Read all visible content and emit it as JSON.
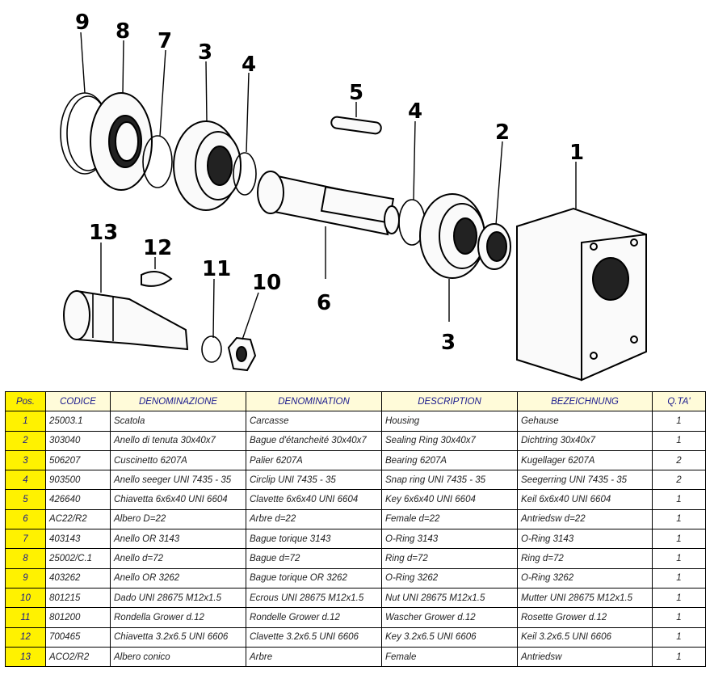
{
  "callouts": [
    "9",
    "8",
    "7",
    "3",
    "4",
    "5",
    "4",
    "2",
    "1",
    "13",
    "12",
    "11",
    "10",
    "6",
    "3"
  ],
  "table": {
    "headers": [
      "Pos.",
      "CODICE",
      "DENOMINAZIONE",
      "DENOMINATION",
      "DESCRIPTION",
      "BEZEICHNUNG",
      "Q.TA'"
    ],
    "rows": [
      [
        "1",
        "25003.1",
        "Scatola",
        "Carcasse",
        "Housing",
        "Gehause",
        "1"
      ],
      [
        "2",
        "303040",
        "Anello di tenuta 30x40x7",
        "Bague d'étancheité 30x40x7",
        "Sealing Ring 30x40x7",
        "Dichtring 30x40x7",
        "1"
      ],
      [
        "3",
        "506207",
        "Cuscinetto        6207A",
        "Palier        6207A",
        "Bearing        6207A",
        "Kugellager        6207A",
        "2"
      ],
      [
        "4",
        "903500",
        "Anello seeger UNI 7435 - 35",
        "Circlip  UNI 7435 - 35",
        "Snap ring UNI 7435 - 35",
        "Seegerring UNI 7435 - 35",
        "2"
      ],
      [
        "5",
        "426640",
        "Chiavetta 6x6x40 UNI 6604",
        "Clavette 6x6x40 UNI 6604",
        "Key 6x6x40 UNI 6604",
        "Keil 6x6x40 UNI 6604",
        "1"
      ],
      [
        "6",
        "AC22/R2",
        "Albero D=22",
        "Arbre d=22",
        "Female d=22",
        "Antriedsw d=22",
        "1"
      ],
      [
        "7",
        "403143",
        "Anello OR 3143",
        "Bague torique 3143",
        "O-Ring 3143",
        "O-Ring 3143",
        "1"
      ],
      [
        "8",
        "25002/C.1",
        "Anello d=72",
        "Bague d=72",
        "Ring d=72",
        "Ring d=72",
        "1"
      ],
      [
        "9",
        "403262",
        "Anello OR 3262",
        "Bague torique OR 3262",
        "O-Ring 3262",
        "O-Ring 3262",
        "1"
      ],
      [
        "10",
        "801215",
        "Dado UNI 28675 M12x1.5",
        "Ecrous UNI 28675 M12x1.5",
        "Nut UNI 28675 M12x1.5",
        "Mutter UNI  28675 M12x1.5",
        "1"
      ],
      [
        "11",
        "801200",
        "Rondella Grower d.12",
        "Rondelle Grower d.12",
        "Wascher Grower d.12",
        "Rosette Grower d.12",
        "1"
      ],
      [
        "12",
        "700465",
        "Chiavetta 3.2x6.5 UNI 6606",
        "Clavette 3.2x6.5 UNI 6606",
        "Key 3.2x6.5 UNI 6606",
        "Keil 3.2x6.5 UNI 6606",
        "1"
      ],
      [
        "13",
        "ACO2/R2",
        "Albero conico",
        "Arbre",
        "Female",
        "Antriedsw",
        "1"
      ]
    ]
  }
}
